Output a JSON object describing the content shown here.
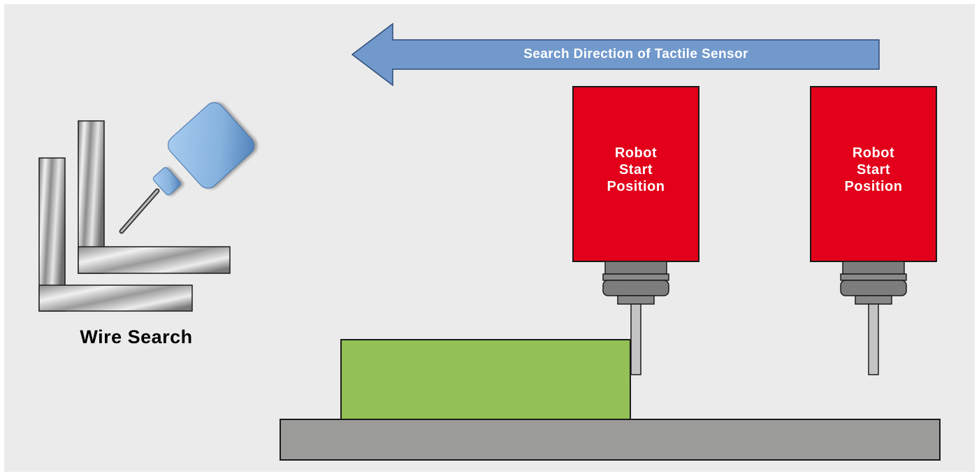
{
  "arrow": {
    "label": "Search Direction of Tactile Sensor"
  },
  "robots": [
    {
      "lines": [
        "Robot",
        "Start",
        "Position"
      ]
    },
    {
      "lines": [
        "Robot",
        "Start",
        "Position"
      ]
    }
  ],
  "wire_search": {
    "label": "Wire Search"
  },
  "icons": [
    "welding-torch-icon",
    "angle-bar-icon"
  ],
  "colors": {
    "background": "#ebebeb",
    "arrow_fill": "#7199cc",
    "robot_red": "#e2001a",
    "workpiece_green": "#93c155",
    "base_gray": "#9b9b9a",
    "torch_blue": "#8db6e0"
  }
}
